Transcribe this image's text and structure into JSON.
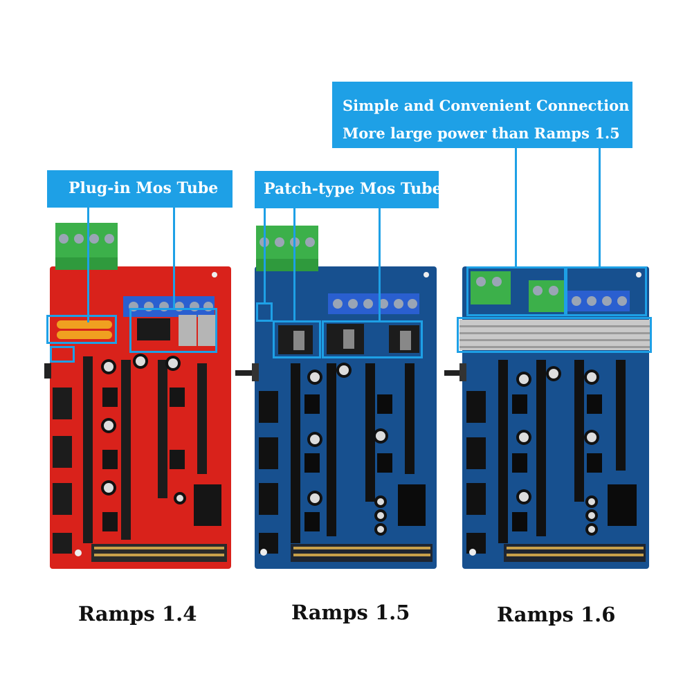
{
  "callouts": {
    "plugin": "Plug-in Mos Tube",
    "patch": "Patch-type Mos Tube",
    "connection_line1": "Simple and Convenient Connection",
    "connection_line2": "More large power than Ramps 1.5"
  },
  "boards": {
    "ramps14": {
      "caption": "Ramps 1.4",
      "color": "#d9221b"
    },
    "ramps15": {
      "caption": "Ramps 1.5",
      "color": "#17508f"
    },
    "ramps16": {
      "caption": "Ramps 1.6",
      "color": "#17508f"
    }
  },
  "colors": {
    "callout": "#1ea0e6",
    "terminal_green": "#3cb04a",
    "terminal_blue": "#2a5fd0"
  }
}
